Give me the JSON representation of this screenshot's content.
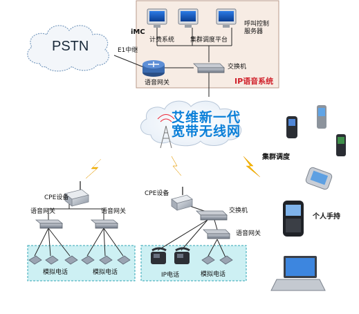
{
  "labels": {
    "imc": "iMC",
    "billing": "计费系统",
    "dispatch_platform": "集群调度平台",
    "call_control": "呼叫控制\n服务器",
    "pstn": "PSTN",
    "e1": "E1中继",
    "voice_gateway_top": "语音网关",
    "switch_top": "交换机",
    "ip_voice_system": "IP语音系统",
    "wireless_network": "艾维新一代\n宽带无线网",
    "cluster_dispatch": "集群调度",
    "personal_handheld": "个人手持",
    "cpe_left": "CPE设备",
    "vgw_left_a": "语音网关",
    "vgw_left_b": "语音网关",
    "analog_phone_a": "模拟电话",
    "analog_phone_b": "模拟电话",
    "cpe_right": "CPE设备",
    "switch_right": "交换机",
    "vgw_right": "语音网关",
    "ip_phone": "IP电话",
    "analog_phone_c": "模拟电话"
  },
  "colors": {
    "ip_system_bg": "#f7ece4",
    "ip_system_border": "#b89a8a",
    "ip_system_label": "#d0202a",
    "site_bg": "#cdf0f3",
    "lightning": "#f5b800",
    "cloud_text": "#0a7fd8"
  },
  "icons": [
    "monitor-icon",
    "router-icon",
    "switch-icon",
    "cpe-icon",
    "phone-icon",
    "ip-phone-icon",
    "lightning-icon",
    "cloud-icon",
    "tower-icon",
    "handheld-icon",
    "pda-icon",
    "laptop-icon"
  ]
}
